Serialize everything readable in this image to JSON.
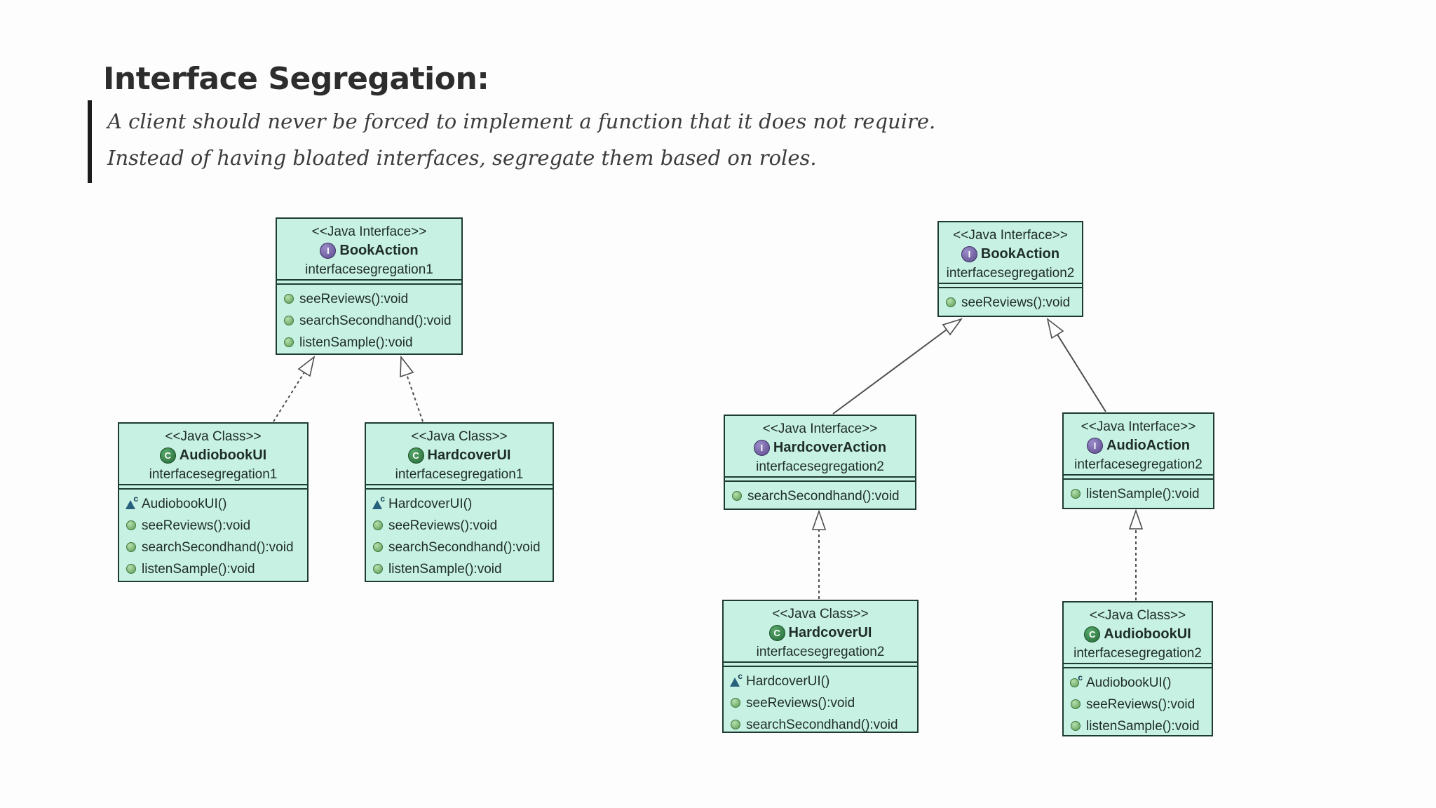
{
  "page": {
    "title": "Interface Segregation:",
    "quote_line1": "A client should never be forced to implement a function that it does not require.",
    "quote_line2": "Instead of having bloated interfaces, segregate them based on roles."
  },
  "icons": {
    "interface_letter": "I",
    "class_letter": "C",
    "constructor_superscript": "c"
  },
  "colors": {
    "box_fill": "#c7f1e3",
    "box_border": "#1e3b33",
    "arrow": "#4d4d4d",
    "interface_icon": "#5d4a8d",
    "class_icon": "#256b38",
    "method_icon": "#5c9b55",
    "constructor_icon": "#27607c"
  },
  "boxes": {
    "bookaction1": {
      "stereotype": "<<Java Interface>>",
      "name": "BookAction",
      "package": "interfacesegregation1",
      "methods": [
        {
          "icon": "method-icon",
          "label": "seeReviews():void"
        },
        {
          "icon": "method-icon",
          "label": "searchSecondhand():void"
        },
        {
          "icon": "method-icon",
          "label": "listenSample():void"
        }
      ]
    },
    "audiobookui1": {
      "stereotype": "<<Java Class>>",
      "name": "AudiobookUI",
      "package": "interfacesegregation1",
      "methods": [
        {
          "icon": "constructor-triangle-icon",
          "label": "AudiobookUI()"
        },
        {
          "icon": "method-icon",
          "label": "seeReviews():void"
        },
        {
          "icon": "method-icon",
          "label": "searchSecondhand():void"
        },
        {
          "icon": "method-icon",
          "label": "listenSample():void"
        }
      ]
    },
    "hardcoverui1": {
      "stereotype": "<<Java Class>>",
      "name": "HardcoverUI",
      "package": "interfacesegregation1",
      "methods": [
        {
          "icon": "constructor-triangle-icon",
          "label": "HardcoverUI()"
        },
        {
          "icon": "method-icon",
          "label": "seeReviews():void"
        },
        {
          "icon": "method-icon",
          "label": "searchSecondhand():void"
        },
        {
          "icon": "method-icon",
          "label": "listenSample():void"
        }
      ]
    },
    "bookaction2": {
      "stereotype": "<<Java Interface>>",
      "name": "BookAction",
      "package": "interfacesegregation2",
      "methods": [
        {
          "icon": "method-icon",
          "label": "seeReviews():void"
        }
      ]
    },
    "hardcoveraction": {
      "stereotype": "<<Java Interface>>",
      "name": "HardcoverAction",
      "package": "interfacesegregation2",
      "methods": [
        {
          "icon": "method-icon",
          "label": "searchSecondhand():void"
        }
      ]
    },
    "audioaction": {
      "stereotype": "<<Java Interface>>",
      "name": "AudioAction",
      "package": "interfacesegregation2",
      "methods": [
        {
          "icon": "method-icon",
          "label": "listenSample():void"
        }
      ]
    },
    "hardcoverui2": {
      "stereotype": "<<Java Class>>",
      "name": "HardcoverUI",
      "package": "interfacesegregation2",
      "methods": [
        {
          "icon": "constructor-triangle-icon",
          "label": "HardcoverUI()"
        },
        {
          "icon": "method-icon",
          "label": "seeReviews():void"
        },
        {
          "icon": "method-icon",
          "label": "searchSecondhand():void"
        }
      ]
    },
    "audiobookui2": {
      "stereotype": "<<Java Class>>",
      "name": "AudiobookUI",
      "package": "interfacesegregation2",
      "methods": [
        {
          "icon": "constructor-circle-icon",
          "label": "AudiobookUI()"
        },
        {
          "icon": "method-icon",
          "label": "seeReviews():void"
        },
        {
          "icon": "method-icon",
          "label": "listenSample():void"
        }
      ]
    }
  },
  "relationships": [
    {
      "from": "AudiobookUI (interfacesegregation1)",
      "to": "BookAction (interfacesegregation1)",
      "type": "implements"
    },
    {
      "from": "HardcoverUI (interfacesegregation1)",
      "to": "BookAction (interfacesegregation1)",
      "type": "implements"
    },
    {
      "from": "HardcoverAction",
      "to": "BookAction (interfacesegregation2)",
      "type": "extends"
    },
    {
      "from": "AudioAction",
      "to": "BookAction (interfacesegregation2)",
      "type": "extends"
    },
    {
      "from": "HardcoverUI (interfacesegregation2)",
      "to": "HardcoverAction",
      "type": "implements"
    },
    {
      "from": "AudiobookUI (interfacesegregation2)",
      "to": "AudioAction",
      "type": "implements"
    }
  ]
}
